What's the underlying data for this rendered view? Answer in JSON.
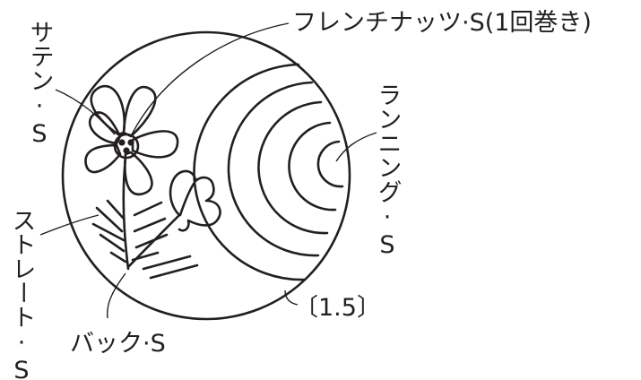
{
  "colors": {
    "ink": "#231f20",
    "background": "#ffffff"
  },
  "labels": {
    "satin_stitch": "サテン·S",
    "french_knot": "フレンチナッツ·S(1回巻き)",
    "running_stitch": "ランニング·S",
    "straight_stitch": "ストレート·S",
    "back_stitch": "バック·S",
    "hoop_size": "〔1.5〕"
  }
}
